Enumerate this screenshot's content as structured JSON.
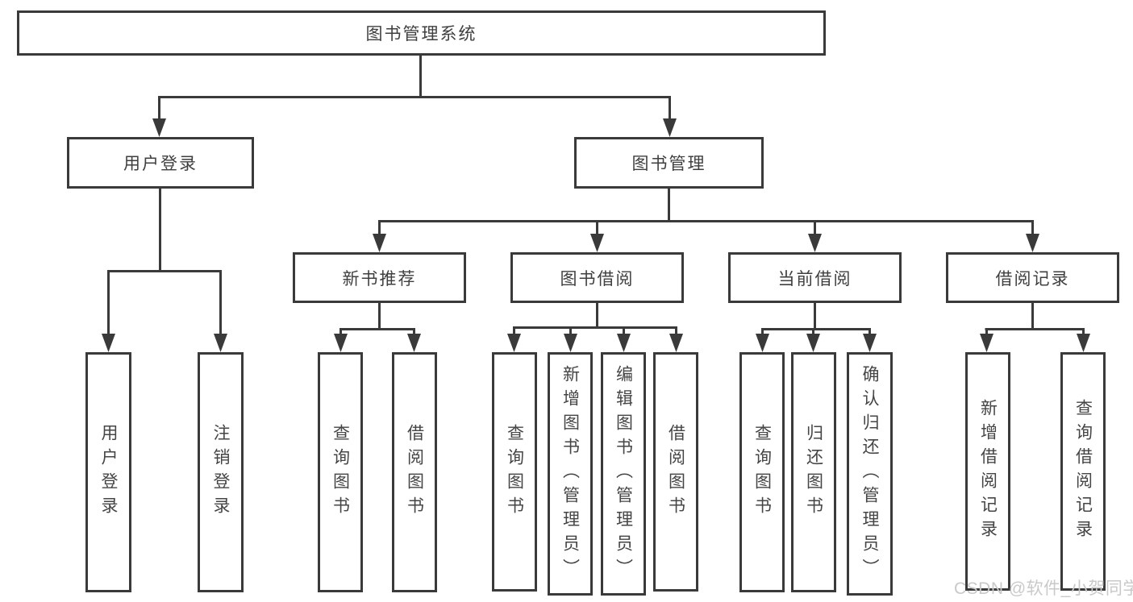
{
  "tree": {
    "root": "图书管理系统",
    "branches": [
      {
        "label": "用户登录",
        "leaves": [
          "用户登录",
          "注销登录"
        ]
      },
      {
        "label": "图书管理",
        "sections": [
          {
            "label": "新书推荐",
            "leaves": [
              "查询图书",
              "借阅图书"
            ]
          },
          {
            "label": "图书借阅",
            "leaves": [
              "查询图书",
              "新增图书（管理员）",
              "编辑图书（管理员）",
              "借阅图书"
            ]
          },
          {
            "label": "当前借阅",
            "leaves": [
              "查询图书",
              "归还图书",
              "确认归还（管理员）"
            ]
          },
          {
            "label": "借阅记录",
            "leaves": [
              "新增借阅记录",
              "查询借阅记录"
            ]
          }
        ]
      }
    ]
  },
  "watermark": "CSDN @软件_小贺同学",
  "colors": {
    "line": "#3a3a3a",
    "node_border": "#3a3a3a",
    "node_text": "#454545",
    "watermark_text": "#c9c9c9",
    "background": "#ffffff"
  }
}
